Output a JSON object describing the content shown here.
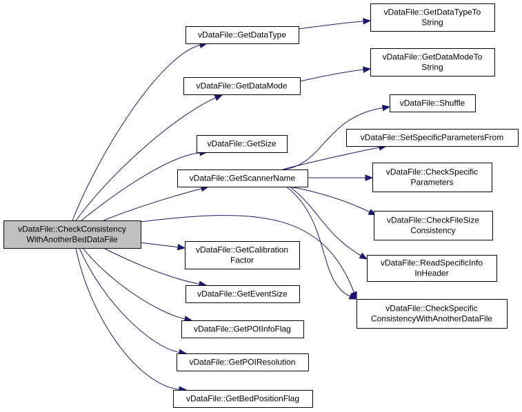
{
  "graph": {
    "nodes": {
      "root": {
        "lines": [
          "vDataFile::CheckConsistency",
          "WithAnotherBedDataFile"
        ]
      },
      "getDataType": {
        "lines": [
          "vDataFile::GetDataType"
        ]
      },
      "getDataMode": {
        "lines": [
          "vDataFile::GetDataMode"
        ]
      },
      "getSize": {
        "lines": [
          "vDataFile::GetSize"
        ]
      },
      "getScannerName": {
        "lines": [
          "vDataFile::GetScannerName"
        ]
      },
      "getCalibration": {
        "lines": [
          "vDataFile::GetCalibration",
          "Factor"
        ]
      },
      "getEventSize": {
        "lines": [
          "vDataFile::GetEventSize"
        ]
      },
      "getPOIInfoFlag": {
        "lines": [
          "vDataFile::GetPOIInfoFlag"
        ]
      },
      "getPOIResolution": {
        "lines": [
          "vDataFile::GetPOIResolution"
        ]
      },
      "getBedPositionFlag": {
        "lines": [
          "vDataFile::GetBedPositionFlag"
        ]
      },
      "getDataTypeToString": {
        "lines": [
          "vDataFile::GetDataTypeTo",
          "String"
        ]
      },
      "getDataModeToString": {
        "lines": [
          "vDataFile::GetDataModeTo",
          "String"
        ]
      },
      "shuffle": {
        "lines": [
          "vDataFile::Shuffle"
        ]
      },
      "setSpecificParams": {
        "lines": [
          "vDataFile::SetSpecificParametersFrom"
        ]
      },
      "checkSpecificParams": {
        "lines": [
          "vDataFile::CheckSpecific",
          "Parameters"
        ]
      },
      "checkFileSize": {
        "lines": [
          "vDataFile::CheckFileSize",
          "Consistency"
        ]
      },
      "readSpecificInfo": {
        "lines": [
          "vDataFile::ReadSpecificInfo",
          "InHeader"
        ]
      },
      "checkSpecificConsistency": {
        "lines": [
          "vDataFile::CheckSpecific",
          "ConsistencyWithAnotherDataFile"
        ]
      }
    },
    "edges": [
      [
        "root",
        "getDataType"
      ],
      [
        "root",
        "getDataMode"
      ],
      [
        "root",
        "getSize"
      ],
      [
        "root",
        "getScannerName"
      ],
      [
        "root",
        "getCalibration"
      ],
      [
        "root",
        "getEventSize"
      ],
      [
        "root",
        "getPOIInfoFlag"
      ],
      [
        "root",
        "getPOIResolution"
      ],
      [
        "root",
        "getBedPositionFlag"
      ],
      [
        "root",
        "checkSpecificConsistency"
      ],
      [
        "getDataType",
        "getDataTypeToString"
      ],
      [
        "getDataMode",
        "getDataModeToString"
      ],
      [
        "getScannerName",
        "shuffle"
      ],
      [
        "getScannerName",
        "setSpecificParams"
      ],
      [
        "getScannerName",
        "checkSpecificParams"
      ],
      [
        "getScannerName",
        "checkFileSize"
      ],
      [
        "getScannerName",
        "readSpecificInfo"
      ],
      [
        "getScannerName",
        "checkSpecificConsistency"
      ]
    ]
  }
}
